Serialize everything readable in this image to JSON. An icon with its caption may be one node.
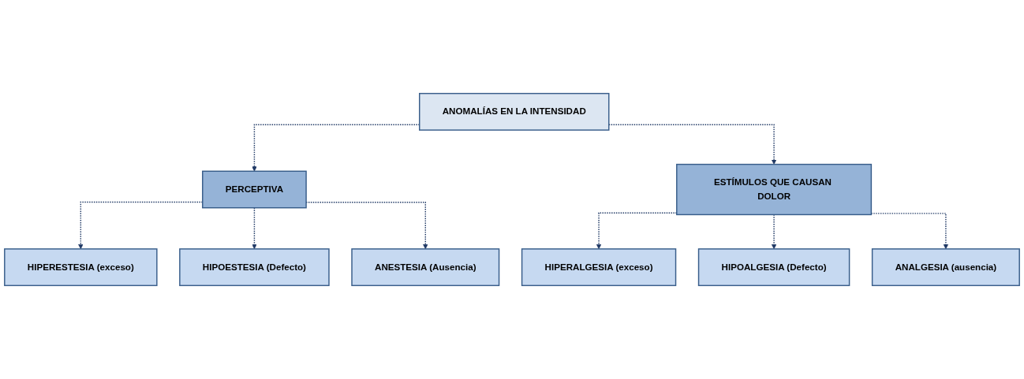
{
  "diagram": {
    "nodes": [
      {
        "text": [
          "ANOMALÍAS EN LA INTENSIDAD"
        ]
      },
      {
        "text": [
          "PERCEPTIVA"
        ]
      },
      {
        "text": [
          "ESTÍMULOS QUE CAUSAN DOLOR"
        ]
      },
      {
        "text": [
          "HIPERESTESIA (exceso)"
        ]
      },
      {
        "text": [
          "HIPOESTESIA (Defecto)"
        ]
      },
      {
        "text": [
          "ANESTESIA (Ausencia)"
        ]
      },
      {
        "text": [
          "HIPERALGESIA (exceso)"
        ]
      },
      {
        "text": [
          "HIPOALGESIA (Defecto)"
        ]
      },
      {
        "text": [
          "ANALGESIA (ausencia)"
        ]
      }
    ],
    "edges": [
      {
        "from": 0,
        "to": 1,
        "arrow": "to",
        "style": "dashed"
      },
      {
        "from": 0,
        "to": 2,
        "arrow": "to",
        "style": "dashed"
      },
      {
        "from": 1,
        "to": 3,
        "arrow": "to",
        "style": "dashed"
      },
      {
        "from": 1,
        "to": 4,
        "arrow": "to",
        "style": "dashed"
      },
      {
        "from": 1,
        "to": 5,
        "arrow": "to",
        "style": "dashed"
      },
      {
        "from": 2,
        "to": 6,
        "arrow": "to",
        "style": "dashed"
      },
      {
        "from": 2,
        "to": 7,
        "arrow": "to",
        "style": "dashed"
      },
      {
        "from": 2,
        "to": 8,
        "arrow": "to",
        "style": "dashed"
      }
    ]
  }
}
